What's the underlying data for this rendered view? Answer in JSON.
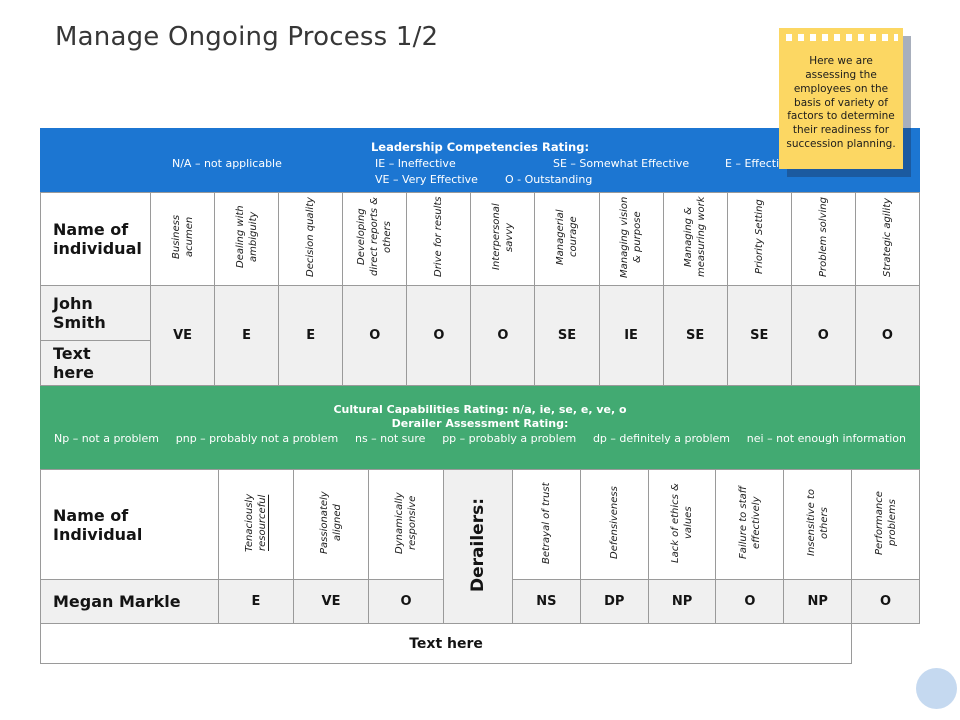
{
  "slide": {
    "title": "Manage Ongoing Process 1/2"
  },
  "sticky_note": {
    "text": "Here we are assessing the employees on the basis of variety of factors to determine their readiness for succession planning."
  },
  "leadership_table": {
    "legend": {
      "title": "Leadership Competencies Rating:",
      "na": "N/A – not applicable",
      "ie": "IE – Ineffective",
      "se": "SE – Somewhat Effective",
      "e": "E – Effective",
      "ve": "VE – Very Effective",
      "o": "O - Outstanding"
    },
    "name_header": "Name of individual",
    "columns": [
      "Business acumen",
      "Dealing with ambiguity",
      "Decision quality",
      "Developing direct reports & others",
      "Drive for results",
      "Interpersonal savvy",
      "Managerial courage",
      "Managing vision & purpose",
      "Managing & measuring work",
      "Priority Setting",
      "Problem solving",
      "Strategic agility"
    ],
    "row": {
      "name": "John Smith",
      "placeholder": "Text here",
      "values": [
        "VE",
        "E",
        "E",
        "O",
        "O",
        "O",
        "SE",
        "IE",
        "SE",
        "SE",
        "O",
        "O"
      ]
    }
  },
  "cultural_table": {
    "legend": {
      "line1": "Cultural Capabilities Rating: n/a, ie, se, e, ve, o",
      "line2": "Derailer Assessment Rating:",
      "items": [
        "Np – not a problem",
        "pnp – probably not a problem",
        "ns – not sure",
        "pp – probably a problem",
        "dp – definitely a problem",
        "nei – not enough information"
      ]
    },
    "name_header": "Name of Individual",
    "cap_col_1a": "Tenaciously",
    "cap_col_1b": "resourceful",
    "cap_columns": [
      "Passionately aligned",
      "Dynamically responsive"
    ],
    "derailers_header": "Derailers:",
    "derailer_columns": [
      "Betrayal of trust",
      "Defensiveness",
      "Lack of ethics & values",
      "Failure to staff effectively",
      "Insensitive to others",
      "Performance problems"
    ],
    "row": {
      "name": "Megan Markle",
      "cap_values": [
        "E",
        "VE",
        "O"
      ],
      "derailer_values": [
        "NS",
        "DP",
        "NP",
        "O",
        "NP",
        "O"
      ]
    },
    "footer": "Text here"
  },
  "colors": {
    "header_blue": "#1c76d2",
    "header_green": "#42aa72",
    "cell_gray": "#f0f0f0",
    "sticky_yellow": "#fcd763",
    "circle_blue": "#c5d9f0"
  }
}
